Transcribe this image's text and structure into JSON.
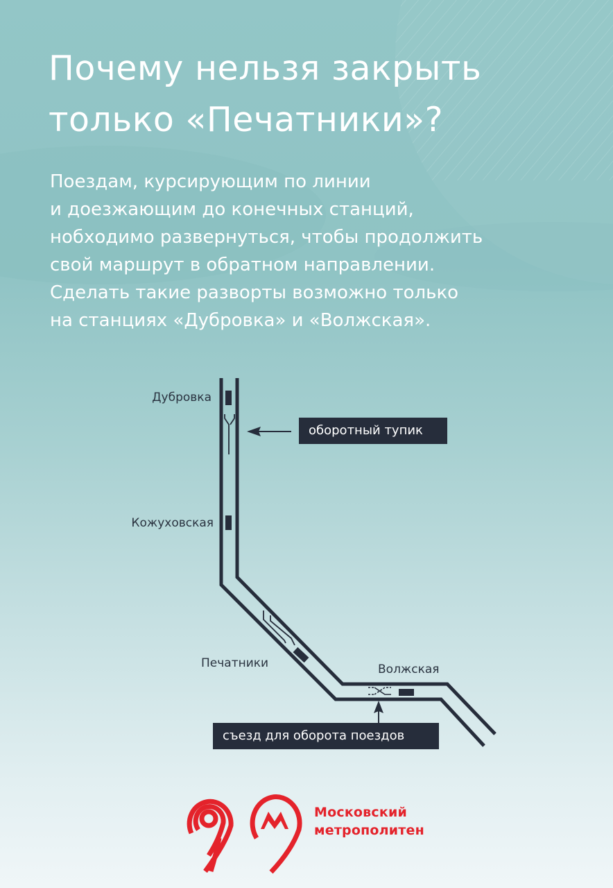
{
  "poster": {
    "title_lines": [
      "Почему нельзя закрыть",
      "только «Печатники»?"
    ],
    "body_lines": [
      "Поездам, курсирующим по линии",
      "и доезжающим до конечных станций,",
      "нобходимо развернуться, чтобы продолжить",
      "свой маршрут в обратном направлении.",
      "Сделать такие разворты возможно только",
      "на станциях «Дубровка» и «Волжская»."
    ]
  },
  "diagram": {
    "stations": [
      {
        "name": "Дубровка"
      },
      {
        "name": "Кожуховская"
      },
      {
        "name": "Печатники"
      },
      {
        "name": "Волжская"
      }
    ],
    "callouts": {
      "turnback": "оборотный тупик",
      "crossover": "съезд для оборота поездов"
    },
    "colors": {
      "track": "#262d3b",
      "callout_bg": "#262d3b",
      "callout_text": "#ffffff"
    }
  },
  "footer": {
    "logos": [
      "moscow-city-logo",
      "metro-m-logo"
    ],
    "brand_lines": [
      "Московский",
      "метрополитен"
    ],
    "brand_color": "#e4232b"
  }
}
